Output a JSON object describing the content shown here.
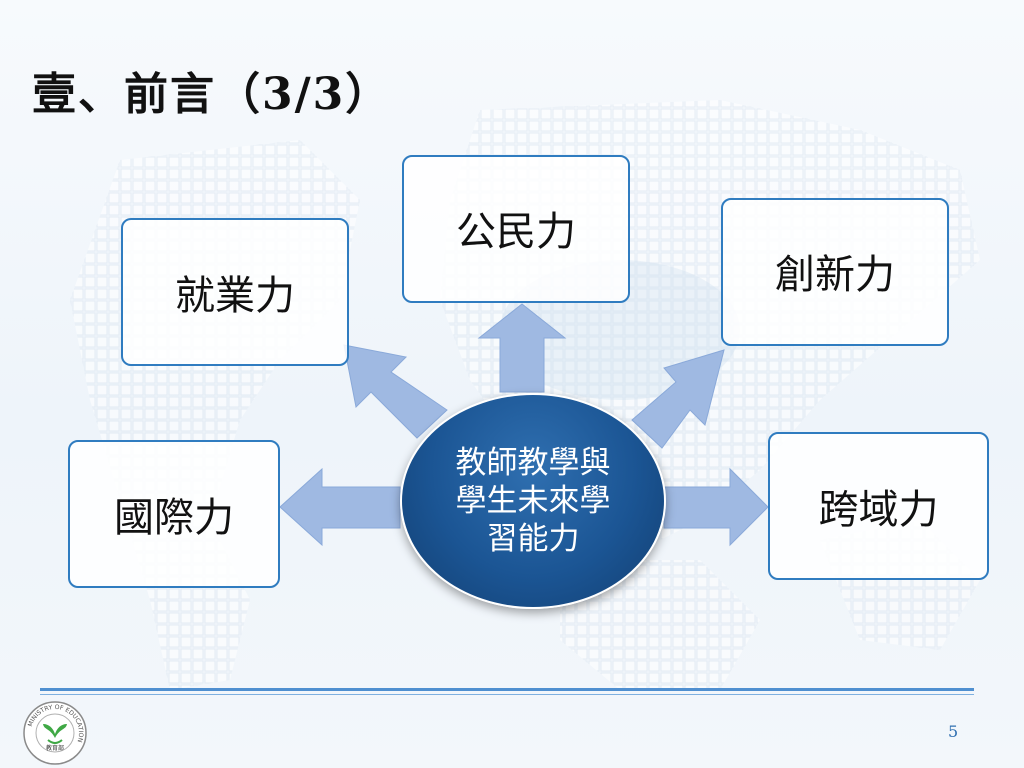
{
  "slide": {
    "title": "壹、前言（3/3）",
    "page_number": "5"
  },
  "diagram": {
    "center": {
      "lines": [
        "教師教學與",
        "學生未來學",
        "習能力"
      ]
    },
    "nodes": {
      "employability": "就業力",
      "citizenship": "公民力",
      "innovation": "創新力",
      "international": "國際力",
      "cross_domain": "跨域力"
    }
  },
  "logo": {
    "ring_text": "MINISTRY OF EDUCATION",
    "name": "教育部"
  },
  "colors": {
    "box_border": "#2f7cc0",
    "center_fill": "#1b5594",
    "arrow_fill": "#9fb9e2",
    "footer_line": "#4f8fd0"
  }
}
